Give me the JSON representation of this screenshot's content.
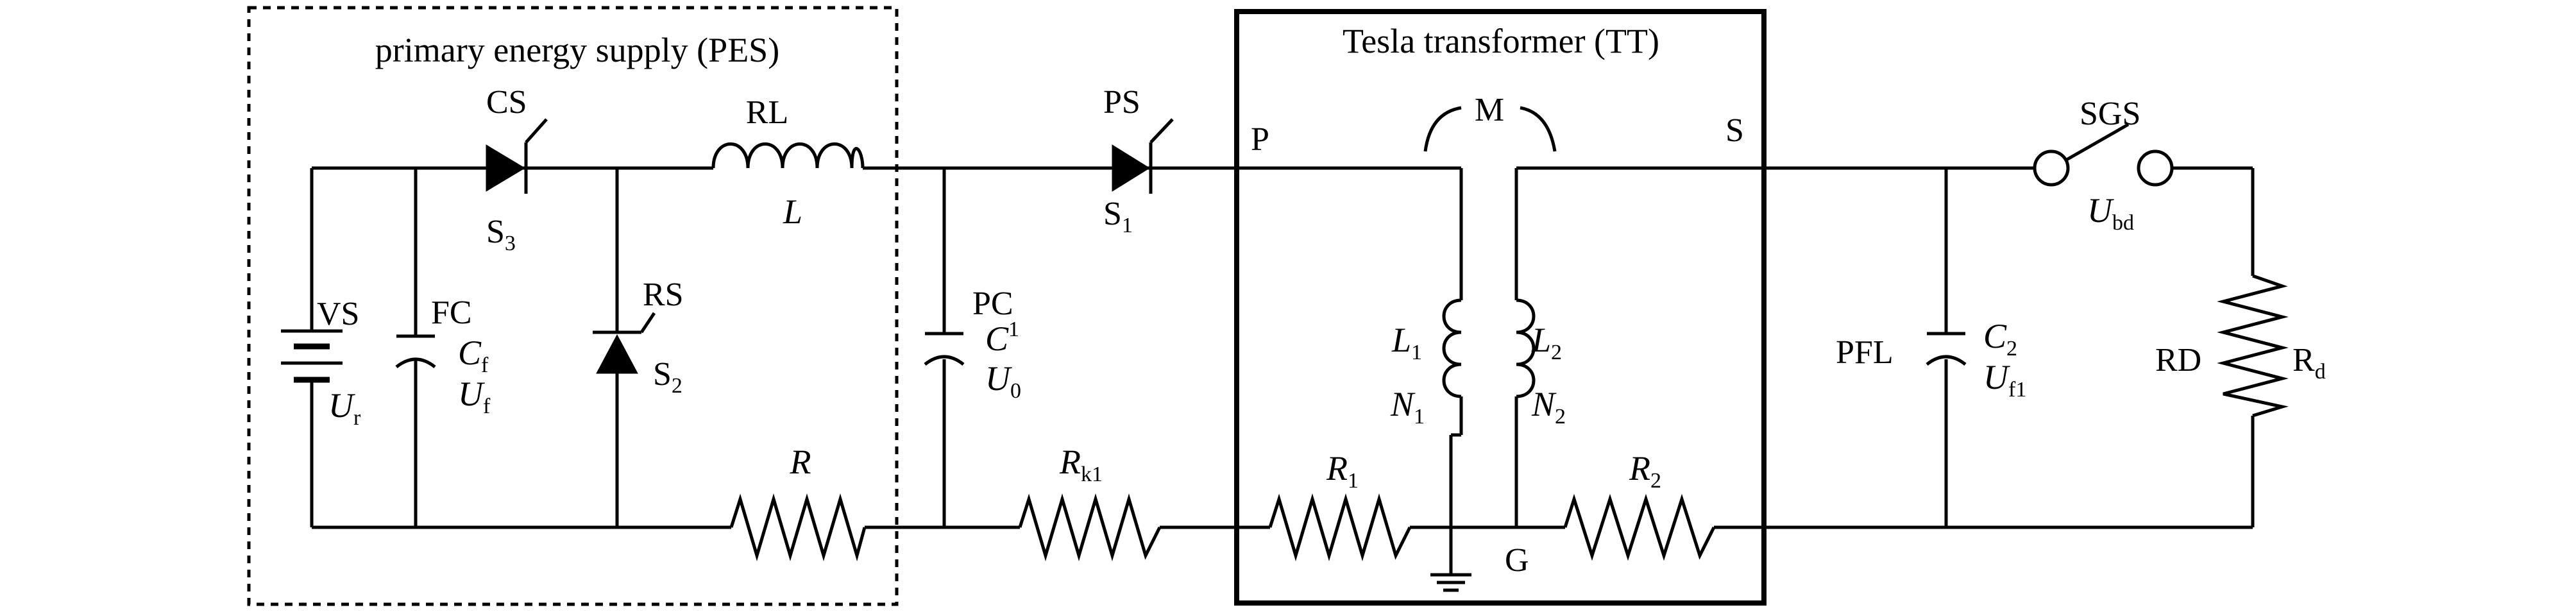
{
  "boxes": {
    "pes_title": "primary energy supply (PES)",
    "tt_title": "Tesla transformer (TT)"
  },
  "components": {
    "VS": {
      "name": "VS",
      "sym": "U",
      "sub": "r"
    },
    "FC": {
      "name": "FC",
      "sym1": "C",
      "sub1": "f",
      "sym2": "U",
      "sub2": "f"
    },
    "CS": {
      "name": "CS",
      "id": "S",
      "id_sub": "3"
    },
    "RS": {
      "name": "RS",
      "id": "S",
      "id_sub": "2"
    },
    "RL": {
      "name": "RL",
      "sym": "L"
    },
    "R": {
      "sym": "R"
    },
    "PC": {
      "name": "PC",
      "sym1": "C",
      "sub1": "1",
      "sym2": "U",
      "sub2": "0"
    },
    "Rk1": {
      "sym": "R",
      "sub": "k1"
    },
    "PS": {
      "name": "PS",
      "id": "S",
      "id_sub": "1"
    },
    "TT": {
      "P": "P",
      "S": "S",
      "M": "M",
      "G": "G",
      "L1": {
        "sym": "L",
        "sub": "1"
      },
      "N1": {
        "sym": "N",
        "sub": "1"
      },
      "L2": {
        "sym": "L",
        "sub": "2"
      },
      "N2": {
        "sym": "N",
        "sub": "2"
      },
      "R1": {
        "sym": "R",
        "sub": "1"
      },
      "R2": {
        "sym": "R",
        "sub": "2"
      }
    },
    "PFL": {
      "name": "PFL",
      "sym1": "C",
      "sub1": "2",
      "sym2": "U",
      "sub2": "f1"
    },
    "SGS": {
      "name": "SGS",
      "sym": "U",
      "sub": "bd"
    },
    "RD": {
      "name": "RD",
      "id": "R",
      "id_sub": "d"
    }
  }
}
